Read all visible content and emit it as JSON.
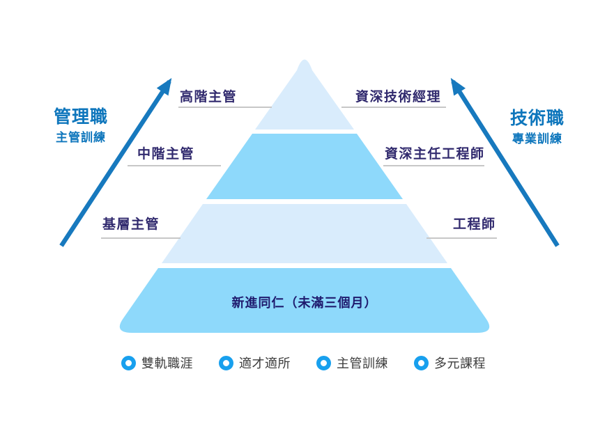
{
  "left_track": {
    "title": "管理職",
    "subtitle": "主管訓練"
  },
  "right_track": {
    "title": "技術職",
    "subtitle": "專業訓練"
  },
  "pyramid": {
    "rows": [
      {
        "left": "高階主管",
        "right": "資深技術經理"
      },
      {
        "left": "中階主管",
        "right": "資深主任工程師"
      },
      {
        "left": "基層主管",
        "right": "工程師"
      }
    ],
    "base_label": "新進同仁（未滿三個月）",
    "tier_colors": [
      "#D9ECFC",
      "#8ED9FB",
      "#D9ECFC",
      "#8ED9FB"
    ]
  },
  "legend": {
    "items": [
      {
        "label": "雙軌職涯"
      },
      {
        "label": "適才適所"
      },
      {
        "label": "主管訓練"
      },
      {
        "label": "多元課程"
      }
    ],
    "bullet_color": "#18A0EE"
  },
  "colors": {
    "arrow": "#1779BE",
    "track_title": "#0E76BC",
    "level_label": "#312A6E",
    "base_label": "#1F1B6E",
    "underline": "#C7C7C7",
    "legend_text": "#3C3C3C",
    "tier_light": "#D9ECFC",
    "tier_medium": "#8ED9FB",
    "background": "#FFFFFF"
  }
}
